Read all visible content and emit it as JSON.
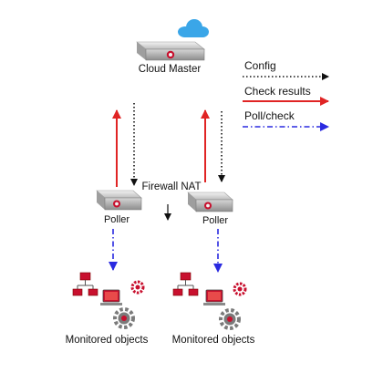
{
  "nodes": {
    "cloud_master": {
      "label": "Cloud Master"
    },
    "poller_left": {
      "label": "Poller"
    },
    "poller_right": {
      "label": "Poller"
    },
    "monitored_left": {
      "label": "Monitored objects"
    },
    "monitored_right": {
      "label": "Monitored objects"
    }
  },
  "firewall": {
    "label": "Firewall NAT"
  },
  "legend": {
    "config": {
      "label": "Config",
      "color": "#111111",
      "style": "dotted"
    },
    "check_results": {
      "label": "Check results",
      "color": "#e02424",
      "style": "solid"
    },
    "poll_check": {
      "label": "Poll/check",
      "color": "#2a2ae0",
      "style": "dash-dot"
    }
  },
  "colors": {
    "device_red": "#c8102e",
    "cloud_blue": "#3aa6e8",
    "gear_gray": "#7a7a7a"
  }
}
